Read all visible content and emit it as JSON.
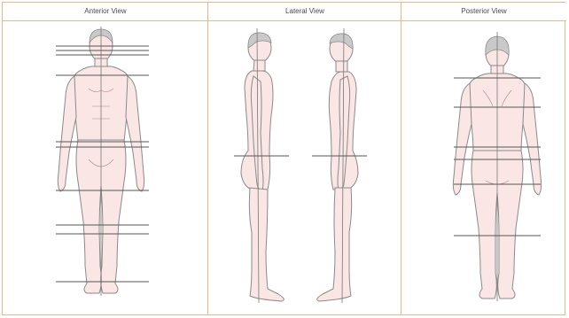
{
  "panels": [
    {
      "title": "Anterior View"
    },
    {
      "title": "Lateral View"
    },
    {
      "title": "Posterior View"
    }
  ],
  "colors": {
    "border": "#e7b989",
    "skin": "#fbe6e6",
    "skin_outline": "#8a8a8a",
    "line": "#555555"
  }
}
